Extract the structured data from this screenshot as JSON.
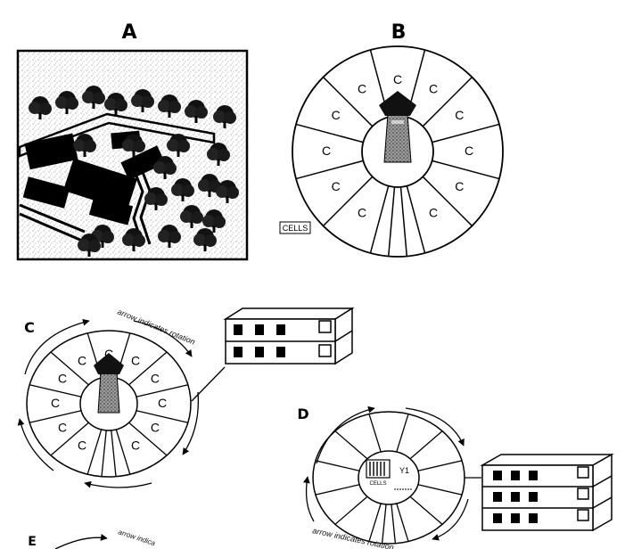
{
  "panels": {
    "a": {
      "letter": "A"
    },
    "b": {
      "letter": "B",
      "cell_letter": "C",
      "legend": "CELLS"
    },
    "c": {
      "letter": "C",
      "cell_letter": "C",
      "arrow_note": "arrow indicates rotation"
    },
    "d": {
      "letter": "D",
      "arrow_note": "arrow indicates rotation",
      "center_label": "CELLS",
      "center_mark": "Y1"
    },
    "e": {
      "letter": "E",
      "arrow_note": "arrow indica"
    }
  }
}
